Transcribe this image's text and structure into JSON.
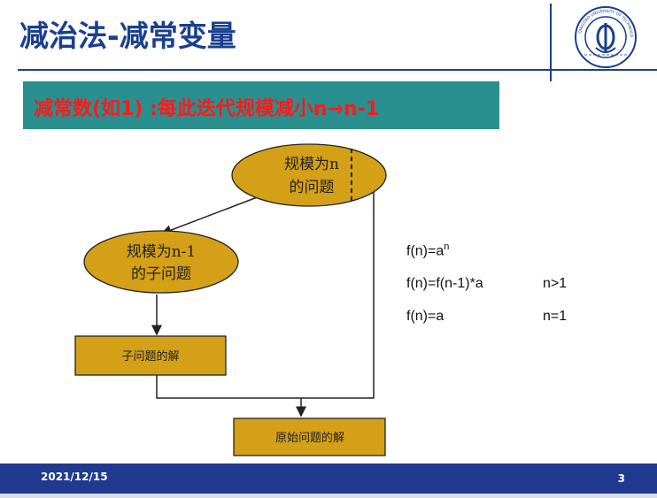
{
  "slide": {
    "title": "减治法-减常变量",
    "banner": "减常数(如1) :每此迭代规模减小n→n-1",
    "logo_text": "QINGDAO UNIVERSITY OF TECHNOLOGY"
  },
  "diagram": {
    "nodes": {
      "problem_n_line1": "规模为n",
      "problem_n_line2": "的问题",
      "subproblem_line1": "规模为n-1",
      "subproblem_line2": "的子问题",
      "subsolution": "子问题的解",
      "original_solution": "原始问题的解"
    }
  },
  "formulas": {
    "f1_main": "f(n)=a",
    "f1_sup": "n",
    "f2": "f(n)=f(n-1)*a",
    "f2_cond": "n>1",
    "f3": "f(n)=a",
    "f3_cond": "n=1"
  },
  "footer": {
    "date": "2021/12/15",
    "page": "3"
  },
  "colors": {
    "title": "#1a3f8f",
    "banner_bg": "#2a8f8f",
    "banner_text": "#ff1a1a",
    "node_fill": "#d4a017",
    "footer_bg": "#1f3a8f"
  }
}
